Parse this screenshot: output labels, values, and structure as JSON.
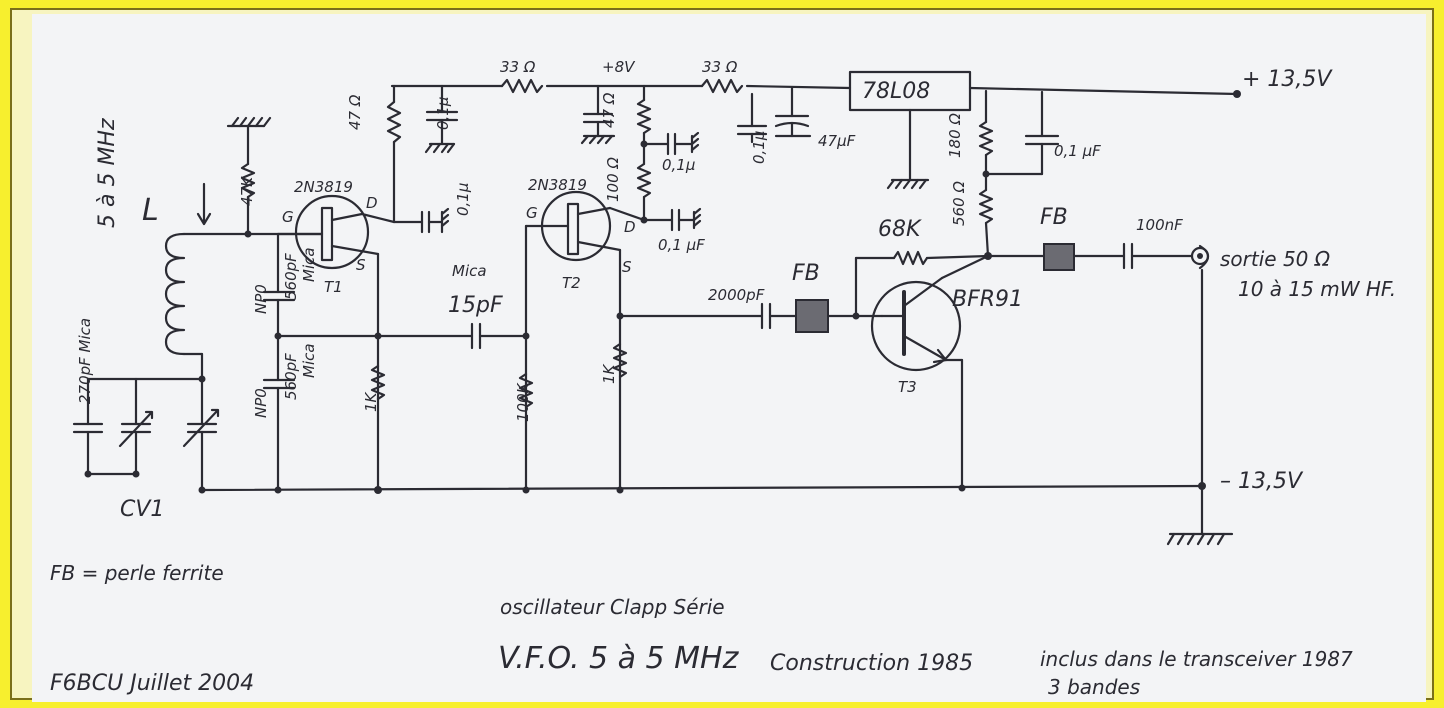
{
  "schematic": {
    "supply_pos": "+ 13,5V",
    "supply_neg": "– 13,5V",
    "regulator": "78L08",
    "rail_voltage": "+8V",
    "r_33a": "33 Ω",
    "r_33b": "33 Ω",
    "r_47a": "47 Ω",
    "r_47b": "47 Ω",
    "r_100": "100 Ω",
    "r_180": "180 Ω",
    "r_560": "560 Ω",
    "r_47k": "47K",
    "r_68k": "68K",
    "r_1k_a": "1K",
    "r_1k_b": "1K",
    "r_100k": "100K",
    "c_01a": "0,1μ",
    "c_01b": "0,1μ",
    "c_01c": "0,1μ",
    "c_01d": "0,1μ",
    "c_01e": "0,1 μF",
    "c_01f": "0,1 μF",
    "c_47uf": "47μF",
    "c_100nf": "100nF",
    "c_2000pf": "2000pF",
    "c_15pf": "15pF",
    "c_15pf_type": "Mica",
    "c_560a": "560pF",
    "c_560a_type": "Mica",
    "c_560a_np0": "NP0",
    "c_560b": "560pF",
    "c_560b_type": "Mica",
    "c_560b_np0": "NP0",
    "c_270": "270pF Mica",
    "cv": "CV1",
    "coil": "L",
    "freq_range": "5 à 5 MHz",
    "jfet1": "2N3819",
    "jfet2": "2N3819",
    "t1": "T1",
    "t2": "T2",
    "t3": "T3",
    "bjt": "BFR91",
    "fb1": "FB",
    "fb2": "FB",
    "pin_g1": "G",
    "pin_s1": "S",
    "pin_d1": "D",
    "pin_g2": "G",
    "pin_s2": "S",
    "pin_d2": "D",
    "output_line1": "sortie 50 Ω",
    "output_line2": "10 à 15 mW HF.",
    "fb_note": "FB = perle ferrite",
    "osc_type": "oscillateur Clapp Série",
    "title": "V.F.O. 5 à 5 MHz",
    "construction": "Construction 1985",
    "included": "inclus dans le transceiver 1987",
    "bands": "3 bandes",
    "signature": "F6BCU Juillet 2004"
  }
}
